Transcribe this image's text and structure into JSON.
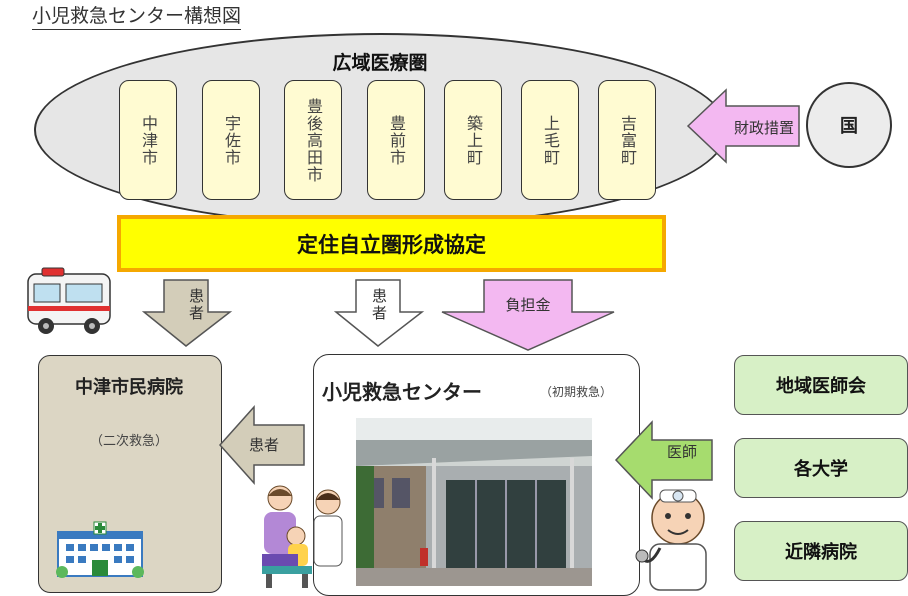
{
  "title": "小児救急センター構想図",
  "region": {
    "label": "広域医療圏",
    "cities": [
      "中津市",
      "宇佐市",
      "豊後高田市",
      "豊前市",
      "築上町",
      "上毛町",
      "吉富町"
    ]
  },
  "country": "国",
  "funding_label": "財政措置",
  "agreement": "定住自立圏形成協定",
  "flows": {
    "patients_ambulance": "患者",
    "patients_center": "患者",
    "burden": "負担金",
    "patients_transfer": "患者",
    "doctors": "医師"
  },
  "hospital": {
    "name": "中津市民病院",
    "level": "（二次救急）"
  },
  "center": {
    "name": "小児救急センター",
    "level": "（初期救急）"
  },
  "supporters": [
    "地域医師会",
    "各大学",
    "近隣病院"
  ],
  "colors": {
    "agreement_fill": "#ffff00",
    "agreement_border": "#f5a800",
    "city_fill": "#fffbd2",
    "hospital_fill": "#dcd6c4",
    "supporter_fill": "#d7f0c6",
    "funding_arrow": "#f3b8f1",
    "doctor_arrow": "#a6dc6e",
    "patient_arrow": "#d3cdb9"
  }
}
